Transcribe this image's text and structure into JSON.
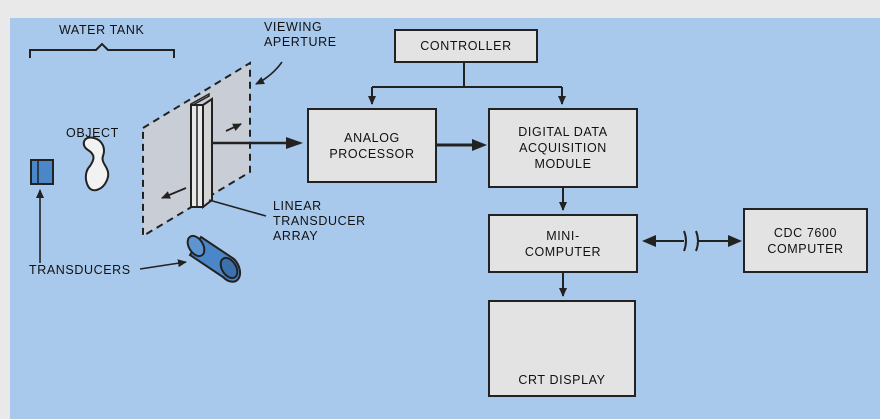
{
  "labels": {
    "water_tank": "WATER TANK",
    "viewing_aperture": "VIEWING\nAPERTURE",
    "object": "OBJECT",
    "linear_transducer_array": "LINEAR\nTRANSDUCER\nARRAY",
    "transducers": "TRANSDUCERS"
  },
  "boxes": {
    "controller": "CONTROLLER",
    "analog_processor": "ANALOG\nPROCESSOR",
    "digital_data_acquisition_module": "DIGITAL DATA\nACQUISITION\nMODULE",
    "mini_computer": "MINI-\nCOMPUTER",
    "cdc_7600_computer": "CDC 7600\nCOMPUTER",
    "crt_display": "CRT DISPLAY"
  },
  "colors": {
    "panel_background": "#a9c9ec",
    "box_fill": "#e3e3e3",
    "outline": "#222222",
    "transducer_fill": "#4a86c8"
  }
}
